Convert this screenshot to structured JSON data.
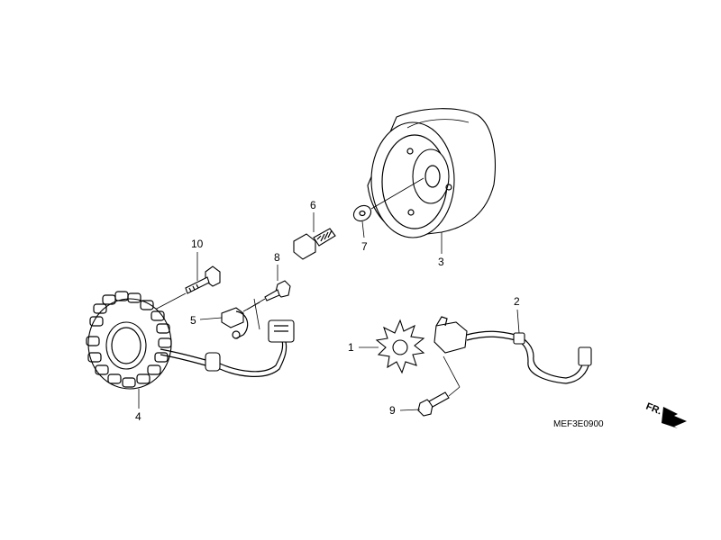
{
  "callouts": {
    "p1": "1",
    "p2": "2",
    "p3": "3",
    "p4": "4",
    "p5": "5",
    "p6": "6",
    "p7": "7",
    "p8": "8",
    "p9": "9",
    "p10": "10"
  },
  "diagram_code": "MEF3E0900",
  "direction_label": "FR."
}
